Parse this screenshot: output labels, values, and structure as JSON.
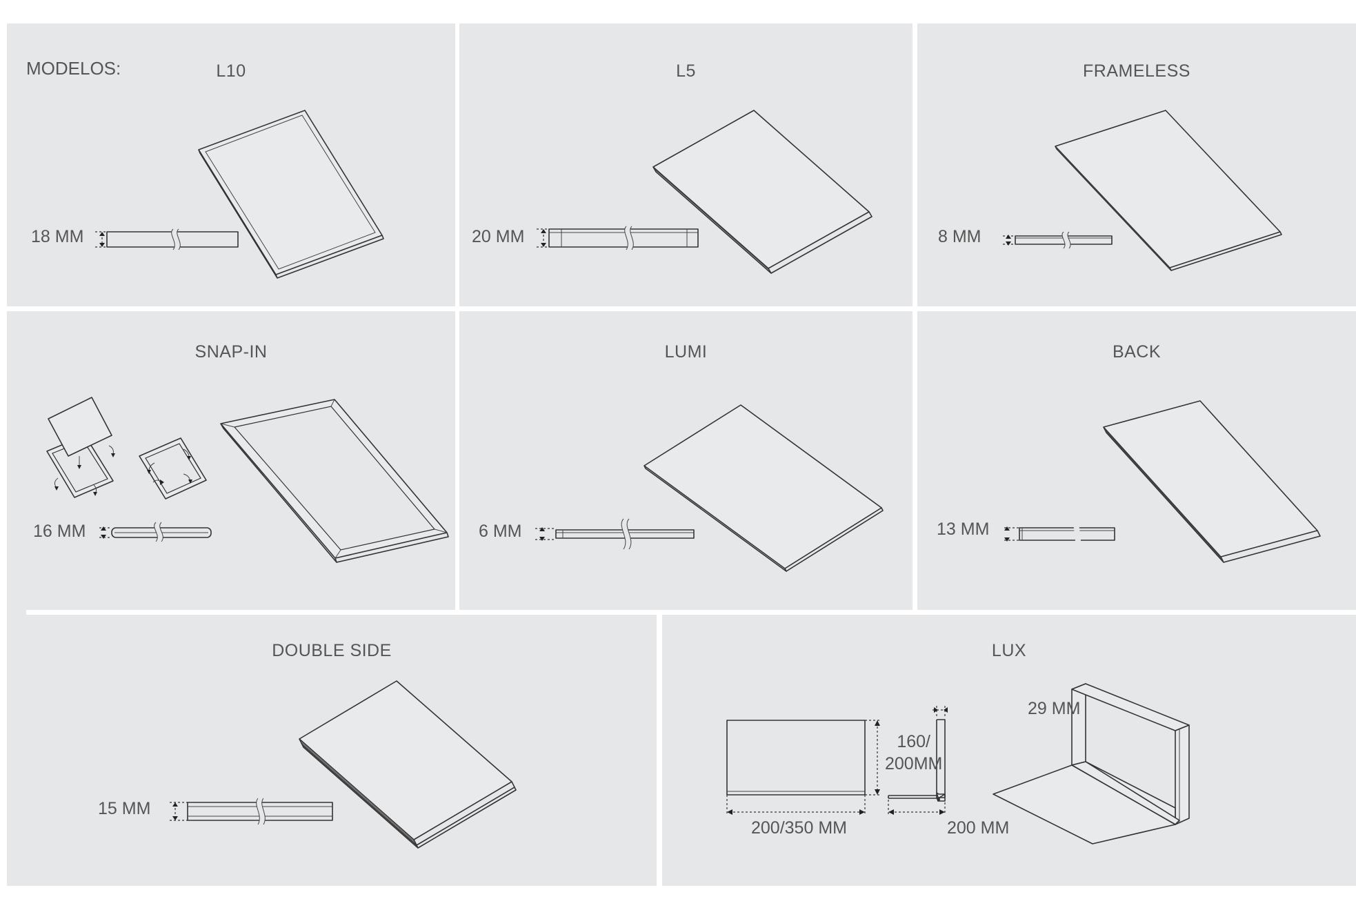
{
  "heading": "MODELOS:",
  "models": [
    {
      "id": "l10",
      "name": "L10",
      "thickness": "18 MM"
    },
    {
      "id": "l5",
      "name": "L5",
      "thickness": "20 MM"
    },
    {
      "id": "frameless",
      "name": "FRAMELESS",
      "thickness": "8 MM"
    },
    {
      "id": "snapin",
      "name": "SNAP-IN",
      "thickness": "16 MM"
    },
    {
      "id": "lumi",
      "name": "LUMI",
      "thickness": "6 MM"
    },
    {
      "id": "back",
      "name": "BACK",
      "thickness": "13 MM"
    },
    {
      "id": "doubleside",
      "name": "DOUBLE SIDE",
      "thickness": "15 MM"
    },
    {
      "id": "lux",
      "name": "LUX",
      "thickness": "29 MM",
      "height": "160/\n200MM",
      "width": "200/350 MM",
      "depth": "200 MM"
    }
  ]
}
